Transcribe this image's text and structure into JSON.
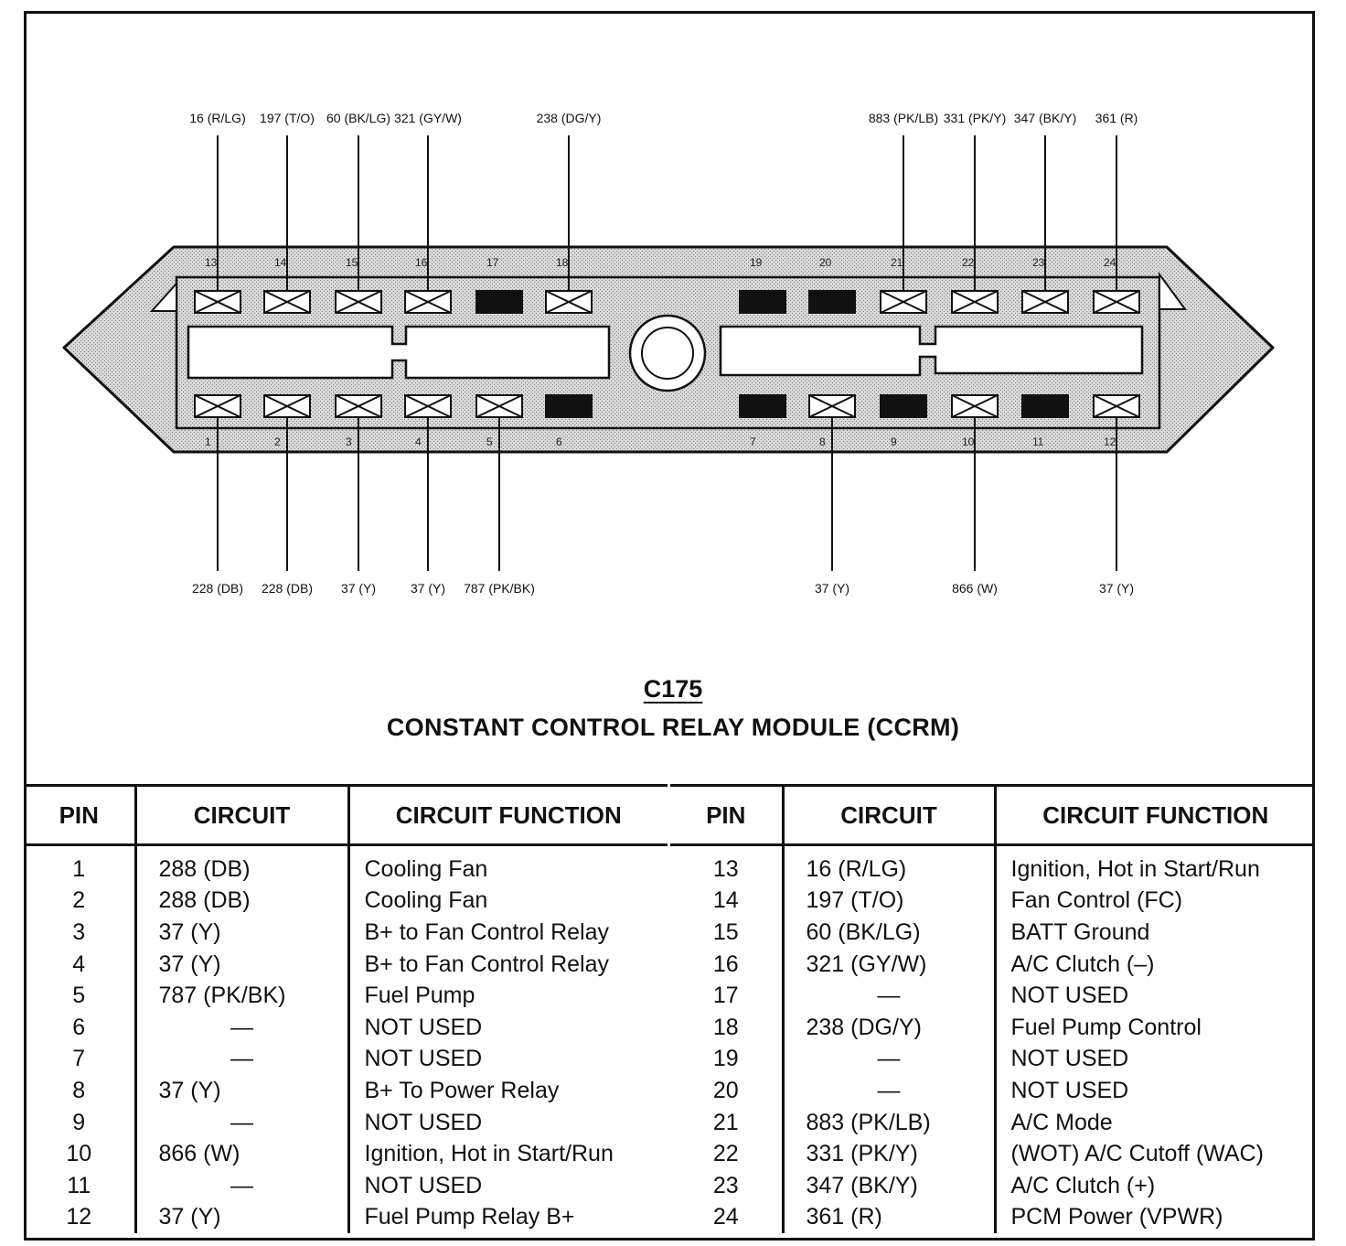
{
  "connector": {
    "id": "C175",
    "name": "CONSTANT CONTROL RELAY MODULE (CCRM)",
    "top_labels": [
      {
        "pin": "13",
        "wire": "16 (R/LG)"
      },
      {
        "pin": "14",
        "wire": "197 (T/O)"
      },
      {
        "pin": "15",
        "wire": "60 (BK/LG)"
      },
      {
        "pin": "16",
        "wire": "321 (GY/W)"
      },
      {
        "pin": "18",
        "wire": "238 (DG/Y)"
      },
      {
        "pin": "21",
        "wire": "883 (PK/LB)"
      },
      {
        "pin": "22",
        "wire": "331 (PK/Y)"
      },
      {
        "pin": "23",
        "wire": "347 (BK/Y)"
      },
      {
        "pin": "24",
        "wire": "361 (R)"
      }
    ],
    "bottom_labels": [
      {
        "pin": "1",
        "wire": "228 (DB)"
      },
      {
        "pin": "2",
        "wire": "228 (DB)"
      },
      {
        "pin": "3",
        "wire": "37 (Y)"
      },
      {
        "pin": "4",
        "wire": "37 (Y)"
      },
      {
        "pin": "5",
        "wire": "787 (PK/BK)"
      },
      {
        "pin": "8",
        "wire": "37 (Y)"
      },
      {
        "pin": "10",
        "wire": "866 (W)"
      },
      {
        "pin": "12",
        "wire": "37 (Y)"
      }
    ],
    "top_row_pins": [
      {
        "num": "13",
        "used": true
      },
      {
        "num": "14",
        "used": true
      },
      {
        "num": "15",
        "used": true
      },
      {
        "num": "16",
        "used": true
      },
      {
        "num": "17",
        "used": false
      },
      {
        "num": "18",
        "used": true
      },
      {
        "num": "19",
        "used": false
      },
      {
        "num": "20",
        "used": false
      },
      {
        "num": "21",
        "used": true
      },
      {
        "num": "22",
        "used": true
      },
      {
        "num": "23",
        "used": true
      },
      {
        "num": "24",
        "used": true
      }
    ],
    "bottom_row_pins": [
      {
        "num": "1",
        "used": true
      },
      {
        "num": "2",
        "used": true
      },
      {
        "num": "3",
        "used": true
      },
      {
        "num": "4",
        "used": true
      },
      {
        "num": "5",
        "used": true
      },
      {
        "num": "6",
        "used": false
      },
      {
        "num": "7",
        "used": false
      },
      {
        "num": "8",
        "used": true
      },
      {
        "num": "9",
        "used": false
      },
      {
        "num": "10",
        "used": true
      },
      {
        "num": "11",
        "used": false
      },
      {
        "num": "12",
        "used": true
      }
    ]
  },
  "table": {
    "headers": {
      "pin": "PIN",
      "circuit": "CIRCUIT",
      "function": "CIRCUIT FUNCTION"
    },
    "left_rows": [
      {
        "pin": "1",
        "circuit": "288 (DB)",
        "function": "Cooling Fan"
      },
      {
        "pin": "2",
        "circuit": "288 (DB)",
        "function": "Cooling Fan"
      },
      {
        "pin": "3",
        "circuit": "37 (Y)",
        "function": "B+ to Fan Control Relay"
      },
      {
        "pin": "4",
        "circuit": "37 (Y)",
        "function": "B+ to Fan Control Relay"
      },
      {
        "pin": "5",
        "circuit": "787 (PK/BK)",
        "function": "Fuel Pump"
      },
      {
        "pin": "6",
        "circuit": "—",
        "function": "NOT USED"
      },
      {
        "pin": "7",
        "circuit": "—",
        "function": "NOT USED"
      },
      {
        "pin": "8",
        "circuit": "37 (Y)",
        "function": "B+ To Power Relay"
      },
      {
        "pin": "9",
        "circuit": "—",
        "function": "NOT USED"
      },
      {
        "pin": "10",
        "circuit": "866 (W)",
        "function": "Ignition, Hot in Start/Run"
      },
      {
        "pin": "11",
        "circuit": "—",
        "function": "NOT USED"
      },
      {
        "pin": "12",
        "circuit": "37 (Y)",
        "function": "Fuel Pump Relay B+"
      }
    ],
    "right_rows": [
      {
        "pin": "13",
        "circuit": "16 (R/LG)",
        "function": "Ignition, Hot in Start/Run"
      },
      {
        "pin": "14",
        "circuit": "197 (T/O)",
        "function": "Fan Control (FC)"
      },
      {
        "pin": "15",
        "circuit": "60 (BK/LG)",
        "function": "BATT Ground"
      },
      {
        "pin": "16",
        "circuit": "321 (GY/W)",
        "function": "A/C Clutch (–)"
      },
      {
        "pin": "17",
        "circuit": "—",
        "function": "NOT USED"
      },
      {
        "pin": "18",
        "circuit": "238 (DG/Y)",
        "function": "Fuel Pump Control"
      },
      {
        "pin": "19",
        "circuit": "—",
        "function": "NOT USED"
      },
      {
        "pin": "20",
        "circuit": "—",
        "function": "NOT USED"
      },
      {
        "pin": "21",
        "circuit": "883 (PK/LB)",
        "function": "A/C Mode"
      },
      {
        "pin": "22",
        "circuit": "331 (PK/Y)",
        "function": "(WOT) A/C Cutoff (WAC)"
      },
      {
        "pin": "23",
        "circuit": "347 (BK/Y)",
        "function": "A/C Clutch (+)"
      },
      {
        "pin": "24",
        "circuit": "361 (R)",
        "function": "PCM Power (VPWR)"
      }
    ]
  }
}
